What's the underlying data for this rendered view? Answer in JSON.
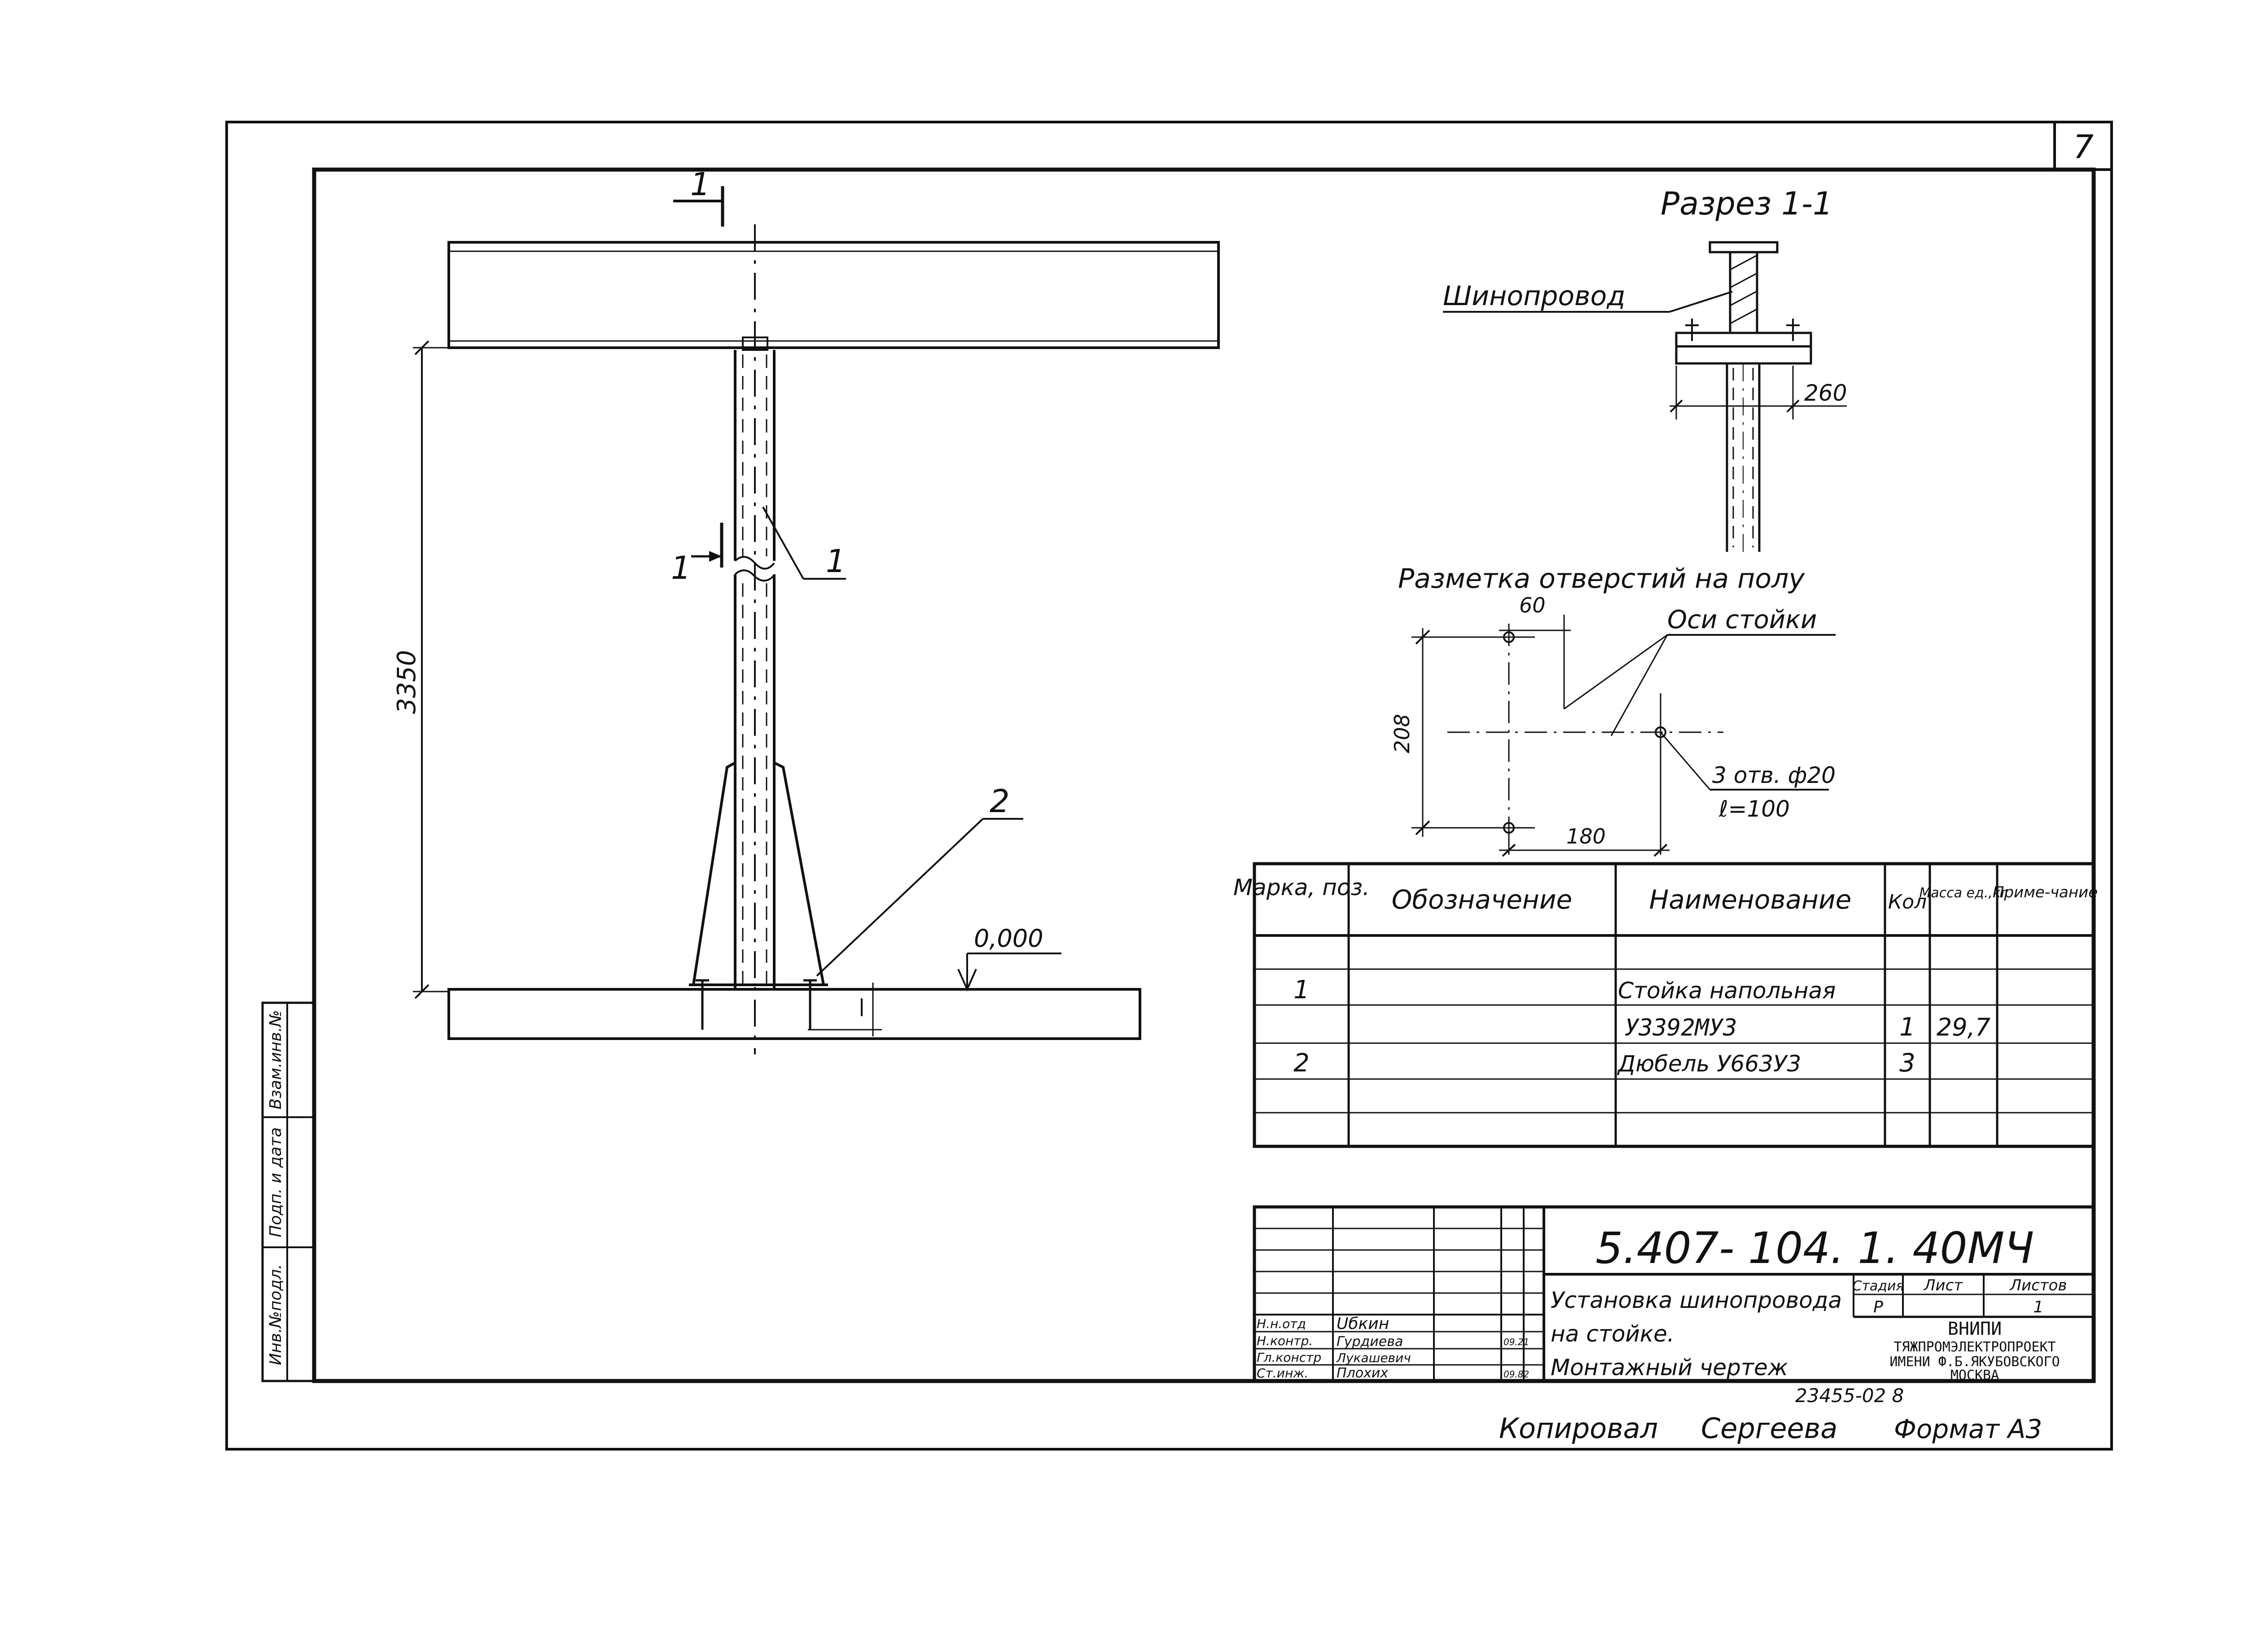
{
  "sheet_number": "7",
  "section_marks": {
    "top": "1",
    "left": "1"
  },
  "callouts": {
    "item1": "1",
    "item2": "2"
  },
  "dimensions": {
    "height": "3350",
    "level": "0,000",
    "width_260": "260",
    "dim_60": "60",
    "dim_208": "208",
    "dim_180": "180"
  },
  "section_view": {
    "title": "Разрез 1-1",
    "busbar_label": "Шинопровод"
  },
  "hole_layout": {
    "title": "Разметка отверстий на полу",
    "axes_label": "Оси стойки",
    "holes_line1": "3 отв. ф20",
    "holes_line2": "ℓ=100"
  },
  "spec_table": {
    "headers": [
      "Марка, поз.",
      "Обозначение",
      "Наименование",
      "Кол",
      "Масса ед.,кг",
      "Приме-чание"
    ],
    "rows": [
      [
        "",
        "",
        "",
        "",
        "",
        ""
      ],
      [
        "1",
        "",
        "Стойка напольная",
        "",
        "",
        ""
      ],
      [
        "",
        "",
        "У3392МУ3",
        "1",
        "29,7",
        ""
      ],
      [
        "2",
        "",
        "Дюбель У663У3",
        "3",
        "",
        ""
      ],
      [
        "",
        "",
        "",
        "",
        "",
        ""
      ],
      [
        "",
        "",
        "",
        "",
        "",
        ""
      ]
    ]
  },
  "title_block": {
    "doc_code": "5.407- 104. 1. 40МЧ",
    "title_line1": "Установка шинопровода",
    "title_line2": "на стойке.",
    "title_line3": "Монтажный чертеж",
    "stage_header": "Стадия",
    "sheet_header": "Лист",
    "sheets_header": "Листов",
    "stage_value": "Р",
    "sheets_value": "1",
    "org_line1": "ВНИПИ",
    "org_line2": "ТЯЖПРОМЭЛЕКТРОПРОЕКТ",
    "org_line3": "ИМЕНИ Ф.Б.ЯКУБОВСКОГО",
    "org_line4": "МОСКВА",
    "signatures": [
      {
        "role": "Н.н.отд",
        "name": "Uбкин",
        "date": ""
      },
      {
        "role": "Н.контр.",
        "name": "Гурдиева",
        "date": "09.21"
      },
      {
        "role": "Гл.констр",
        "name": "Лукашевич",
        "date": ""
      },
      {
        "role": "Ст.инж.",
        "name": "Плохих",
        "date": "09.82"
      }
    ],
    "archive_number": "23455-02 8",
    "copied_label": "Копировал",
    "copied_name": "Сергеева",
    "format_label": "Формат А3"
  },
  "side_stamp": {
    "cells": [
      "Инв.№подл.",
      "Подп. и дата",
      "Взам.инв.№"
    ]
  }
}
